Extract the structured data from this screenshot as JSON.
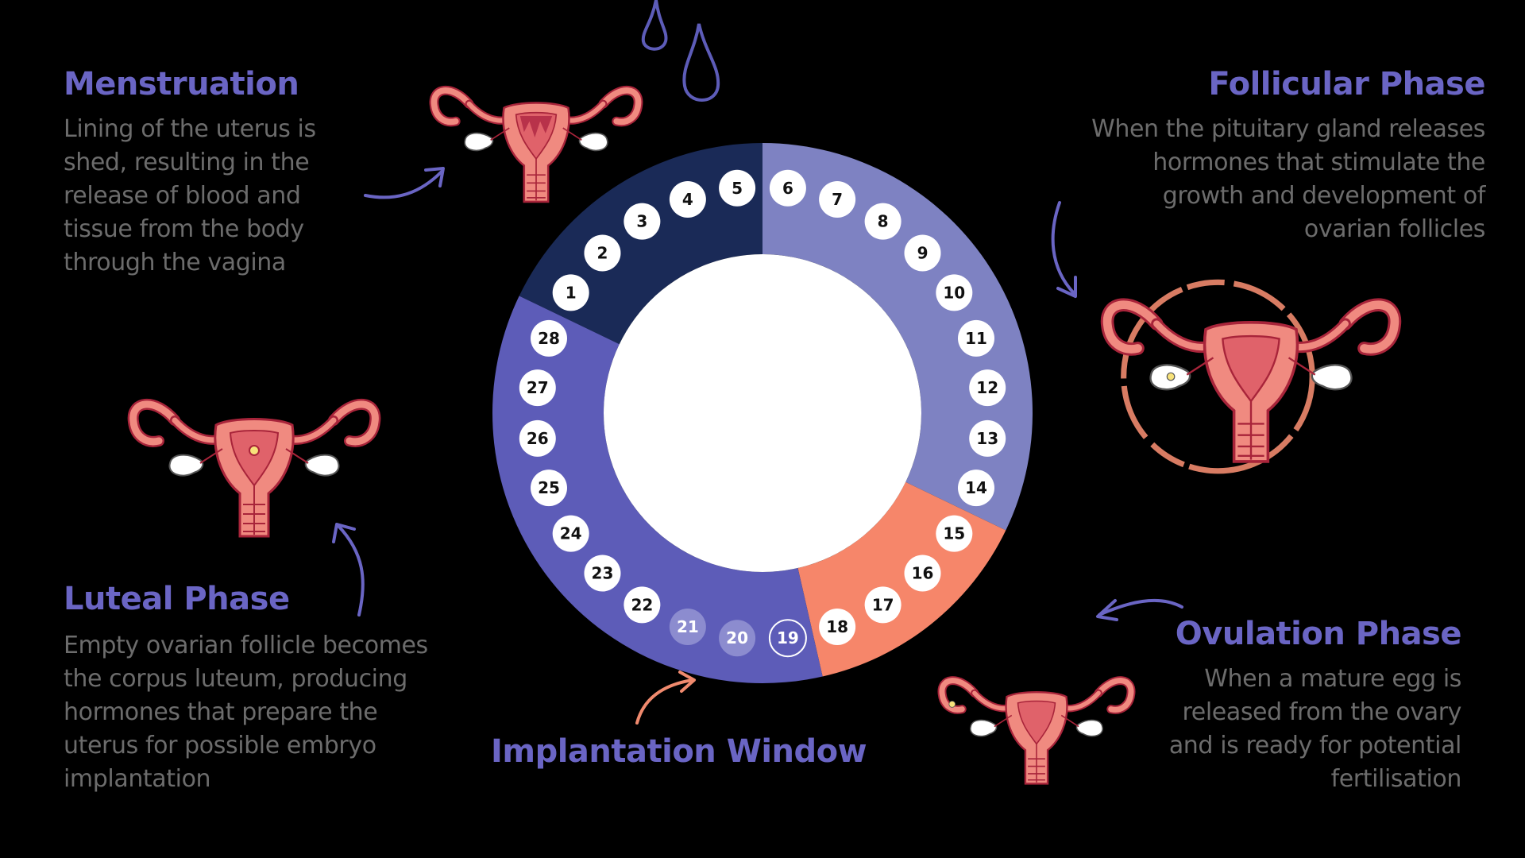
{
  "phases": {
    "menstruation": {
      "title": "Menstruation",
      "description": "Lining of the uterus is\nshed, resulting in the\nrelease of blood and\ntissue from the body\nthrough the vagina"
    },
    "follicular": {
      "title": "Follicular Phase",
      "description": "When the pituitary gland releases\nhormones that stimulate the\ngrowth and development of\novarian follicles"
    },
    "ovulation": {
      "title": "Ovulation Phase",
      "description": "When a mature egg is\nreleased from the ovary\nand is ready for potential\nfertilisation"
    },
    "luteal": {
      "title": "Luteal Phase",
      "description": "Empty ovarian follicle becomes\nthe corpus luteum, producing\nhormones that prepare the\nuterus for possible embryo\nimplantation"
    },
    "implantation": {
      "title": "Implantation Window"
    }
  },
  "cycle_wheel": {
    "total_days": 28,
    "days": [
      "1",
      "2",
      "3",
      "4",
      "5",
      "6",
      "7",
      "8",
      "9",
      "10",
      "11",
      "12",
      "13",
      "14",
      "15",
      "16",
      "17",
      "18",
      "19",
      "20",
      "21",
      "22",
      "23",
      "24",
      "25",
      "26",
      "27",
      "28"
    ],
    "segments": [
      {
        "phase": "menstruation",
        "first_day": 1,
        "last_day": 5,
        "color": "#1a2a57"
      },
      {
        "phase": "follicular",
        "first_day": 6,
        "last_day": 14,
        "color": "#7e82c2"
      },
      {
        "phase": "ovulation",
        "first_day": 15,
        "last_day": 18,
        "color": "#f6866a"
      },
      {
        "phase": "luteal",
        "first_day": 19,
        "last_day": 28,
        "color": "#5d5cb8"
      }
    ],
    "implantation_days": [
      19,
      20,
      21
    ]
  },
  "colors": {
    "background": "#000000",
    "title": "#6a65c4",
    "body_text": "#6c6c6c",
    "arrow_purple": "#6a65c4",
    "arrow_orange": "#f08a6e",
    "uterus": "#f08a80",
    "uterus_outline": "#a8243a",
    "day_marker_highlight": "#8c8ccf"
  },
  "icons": [
    "uterus-menstruation-icon",
    "uterus-follicular-icon",
    "uterus-ovulation-icon",
    "uterus-luteal-icon",
    "blood-drop-icon"
  ]
}
